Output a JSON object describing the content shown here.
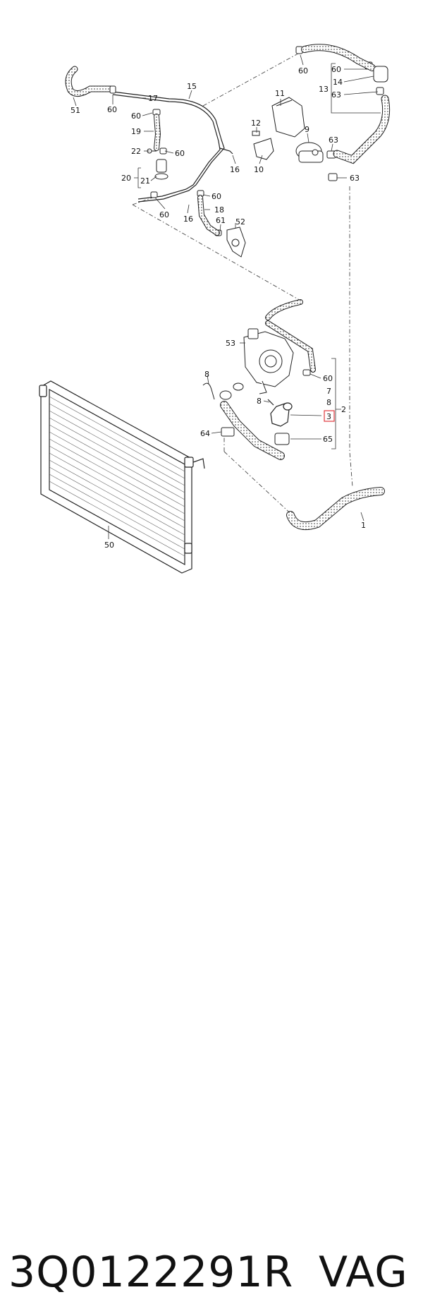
{
  "callouts": {
    "c51": "51",
    "c60a": "60",
    "c15": "15",
    "c17": "17",
    "c60b": "60",
    "c19": "19",
    "c22": "22",
    "c60c": "60",
    "c20": "20",
    "c21": "21",
    "c60d": "60",
    "c16a": "16",
    "c18": "18",
    "c60e": "60",
    "c61": "61",
    "c52": "52",
    "c16b": "16",
    "c10": "10",
    "c12": "12",
    "c11": "11",
    "c9": "9",
    "c63a": "63",
    "c63b": "63",
    "c60f": "60",
    "c60g": "60",
    "c14": "14",
    "c13": "13",
    "c63c": "63",
    "c53": "53",
    "c8a": "8",
    "c60h": "60",
    "c7": "7",
    "c8b": "8",
    "c3": "3",
    "c2": "2",
    "c64": "64",
    "c65": "65",
    "c50": "50",
    "c1": "1"
  },
  "footer": {
    "part_number": "3Q0122291R",
    "brand": "VAG"
  },
  "highlight_color": "#e0393e"
}
